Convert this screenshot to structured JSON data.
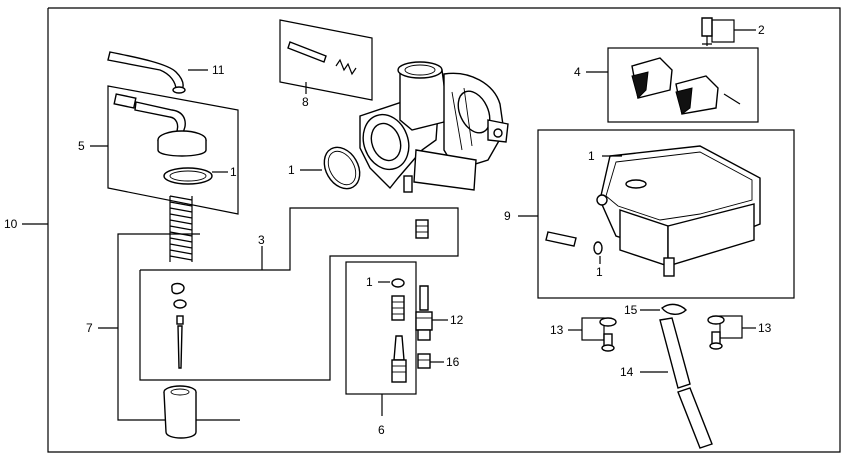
{
  "labels": {
    "l1a": "1",
    "l1b": "1",
    "l1c": "1",
    "l1d": "1",
    "l1e": "1",
    "l2": "2",
    "l3": "3",
    "l4": "4",
    "l5": "5",
    "l6": "6",
    "l7": "7",
    "l8": "8",
    "l9": "9",
    "l10": "10",
    "l11": "11",
    "l12": "12",
    "l13a": "13",
    "l13b": "13",
    "l14": "14",
    "l15": "15",
    "l16": "16"
  },
  "colors": {
    "ink": "#000000",
    "paper": "#ffffff"
  }
}
